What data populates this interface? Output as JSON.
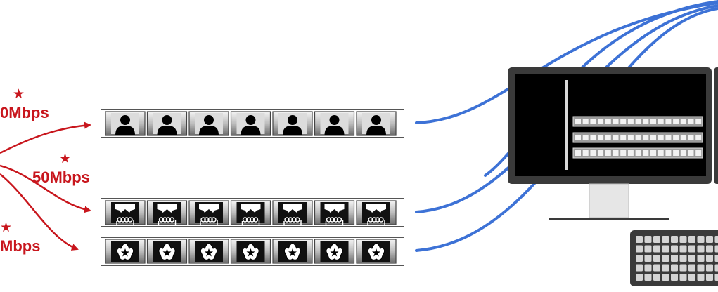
{
  "labels": {
    "rate_top": "0Mbps",
    "rate_middle": "50Mbps",
    "rate_bottom": "Mbps",
    "star_symbol": "★"
  },
  "icons": {
    "strip_top": "person-silhouette-icon",
    "strip_middle": "audience-stage-icon",
    "strip_bottom": "flower-star-icon",
    "workstation": "desktop-monitor-icon",
    "input": "keyboard-icon"
  },
  "frames_per_strip": 7,
  "colors": {
    "red_arrow": "#c8161d",
    "blue_cable": "#3d72d6",
    "monitor_body": "#3a3a3a",
    "screen": "#000000",
    "strip_border": "#555555"
  }
}
